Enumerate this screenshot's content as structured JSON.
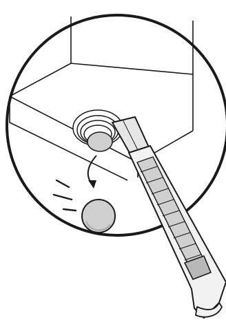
{
  "figure": {
    "kind": "instruction-illustration",
    "description_tags": [
      "detail-circle",
      "panel-box",
      "rubber-grommet",
      "removed-plug",
      "utility-knife"
    ]
  },
  "colors": {
    "line": "#1a1a1a",
    "background": "#ffffff",
    "plug_fill": "#cfcfcf",
    "plug_dark": "#a9a9a9",
    "blade_fill": "#e6e6e6",
    "handle_fill": "#f2f2f2",
    "slot_fill": "#d0d0d0",
    "grip_fill": "#b8b8b8"
  },
  "icons": {
    "motion_arrow": "curved-arrow-down",
    "tool": "utility-knife"
  }
}
